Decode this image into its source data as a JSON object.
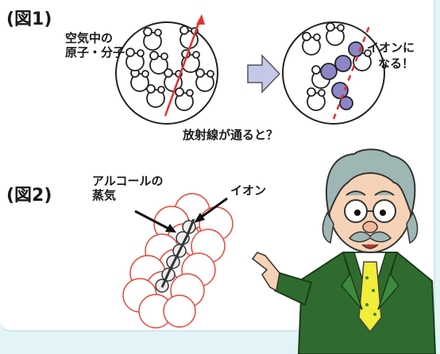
{
  "figure1": {
    "title": "(図1)",
    "label_molecules_line1": "空気中の",
    "label_molecules_line2": "原子・分子",
    "label_ions_line1": "イオンに",
    "label_ions_line2": "なる！",
    "caption": "放射線が通ると？"
  },
  "figure2": {
    "title": "(図2)",
    "label_vapor_line1": "アルコールの",
    "label_vapor_line2": "蒸気",
    "label_ion": "イオン"
  },
  "colors": {
    "background": "#e3f4f6",
    "panel": "#ffffff",
    "radiation_line": "#e53030",
    "ion_fill": "#8c86c8",
    "droplet_stroke": "#e8473a",
    "arrow_fill": "#c6c8ea",
    "suit": "#2f6b2f",
    "tie": "#f2ec3a",
    "hair": "#9fb7b4"
  },
  "icons": [
    "next-arrow-icon",
    "professor-character"
  ]
}
